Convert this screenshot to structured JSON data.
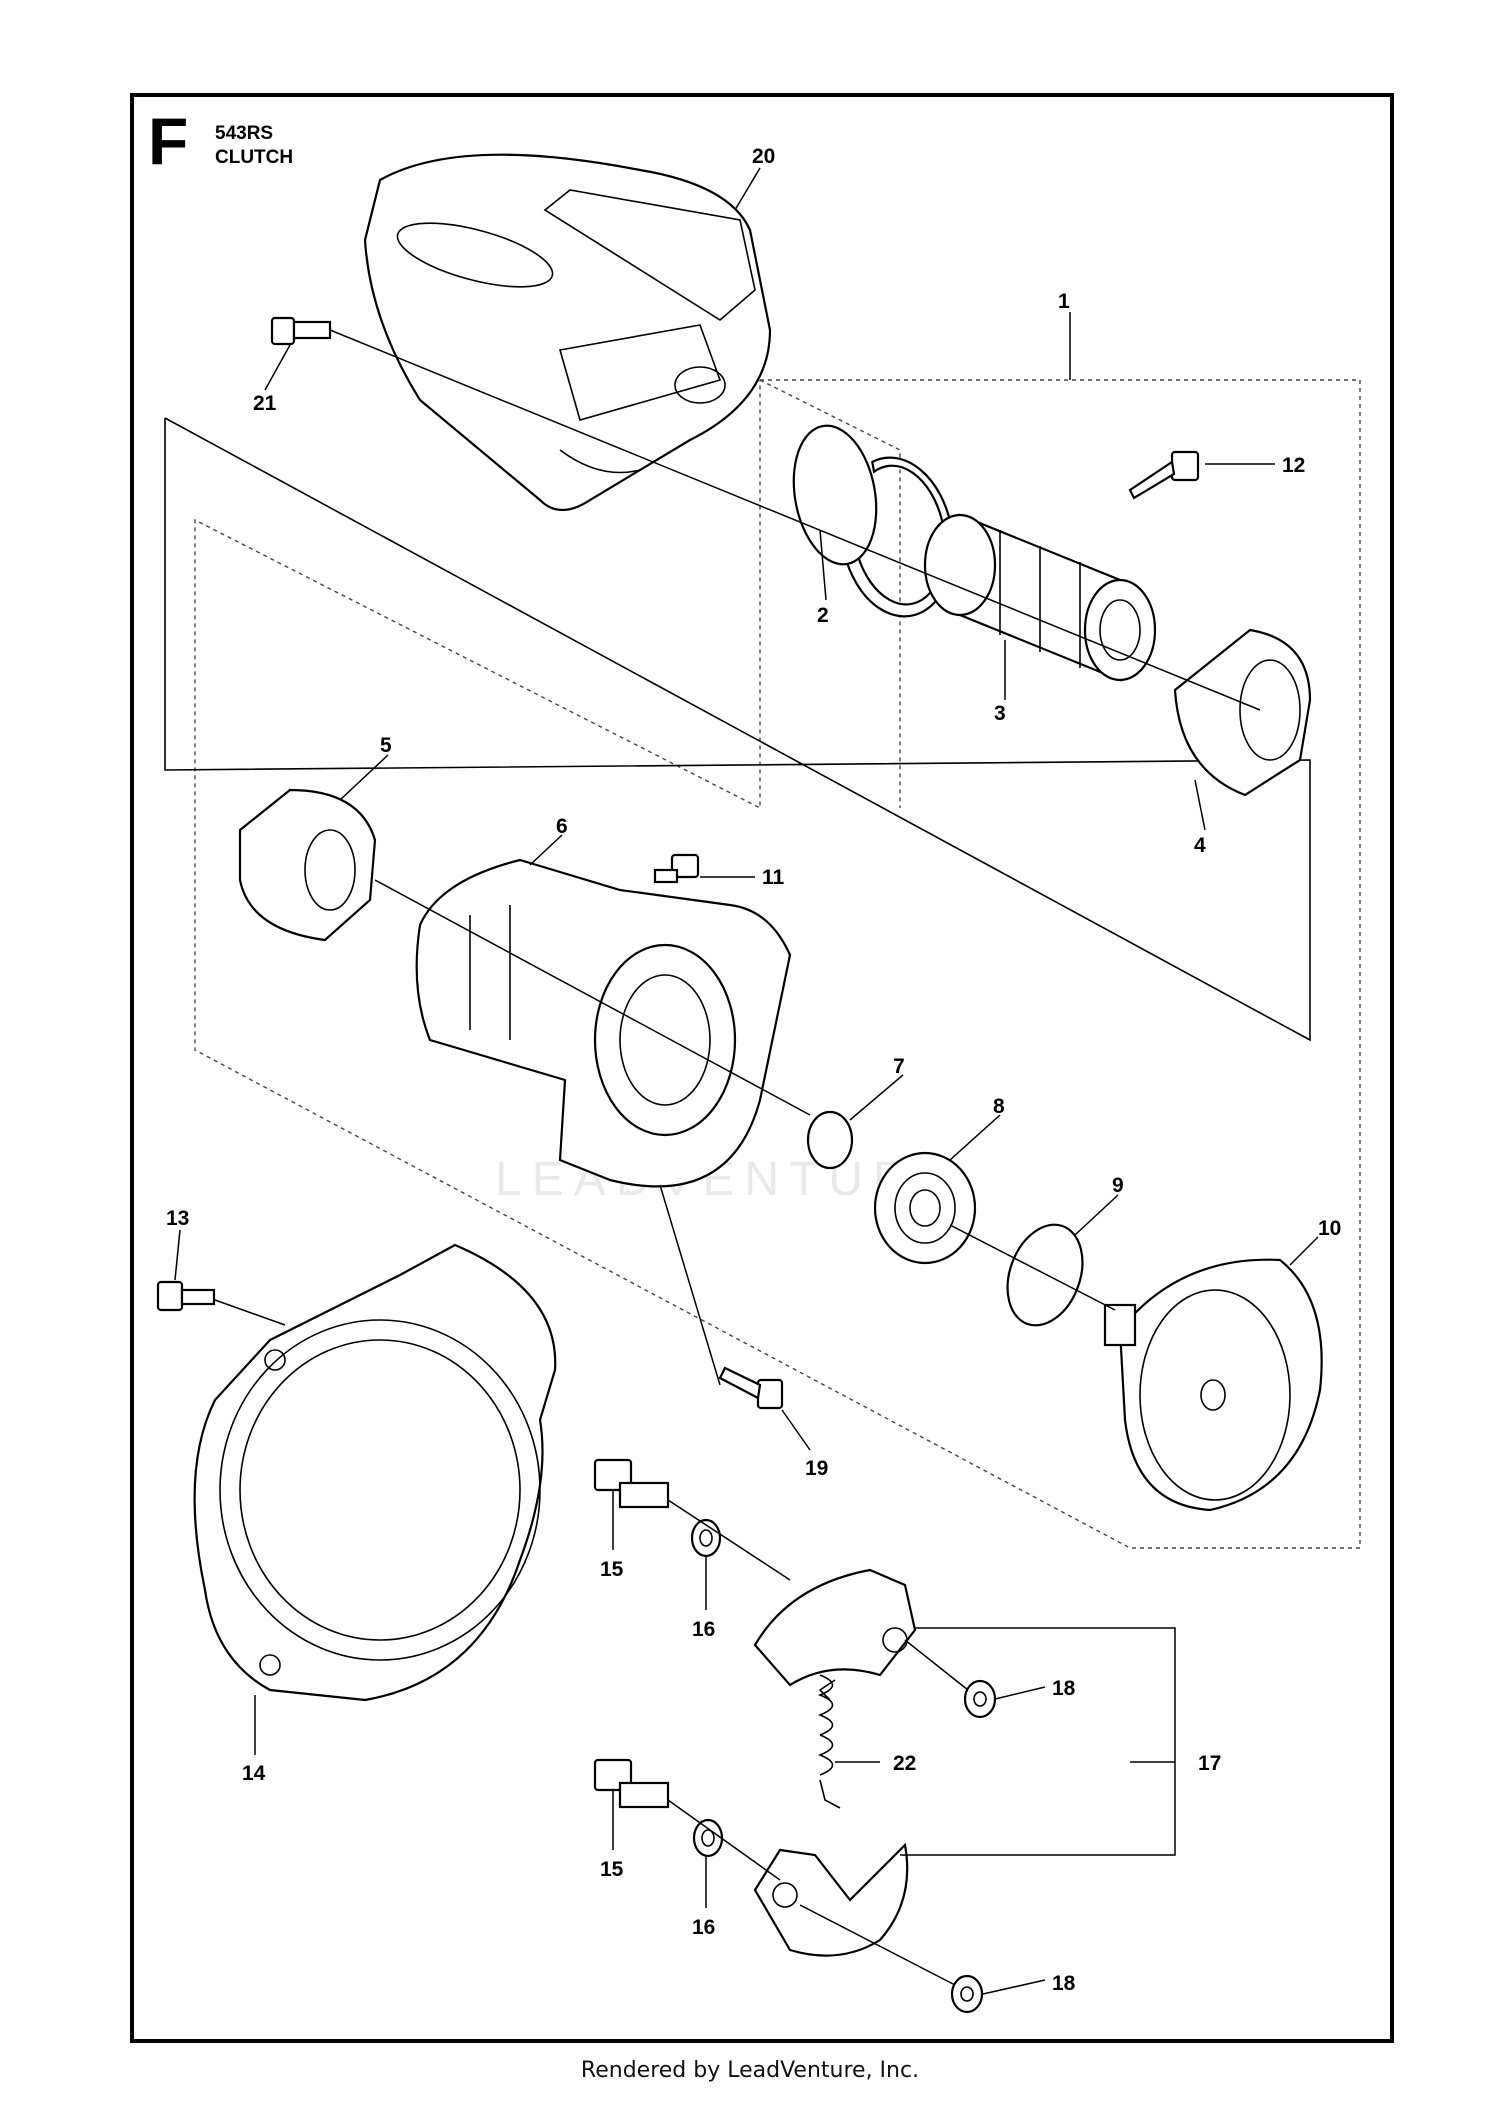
{
  "header": {
    "section_letter": "F",
    "model": "543RS",
    "assembly": "CLUTCH"
  },
  "watermark": "LEADVENTURE",
  "footer": "Rendered by LeadVenture, Inc.",
  "callouts": [
    "1",
    "2",
    "3",
    "4",
    "5",
    "6",
    "7",
    "8",
    "9",
    "10",
    "11",
    "12",
    "13",
    "14",
    "15",
    "16",
    "17",
    "18",
    "19",
    "20",
    "21",
    "22",
    "15",
    "16",
    "18"
  ]
}
